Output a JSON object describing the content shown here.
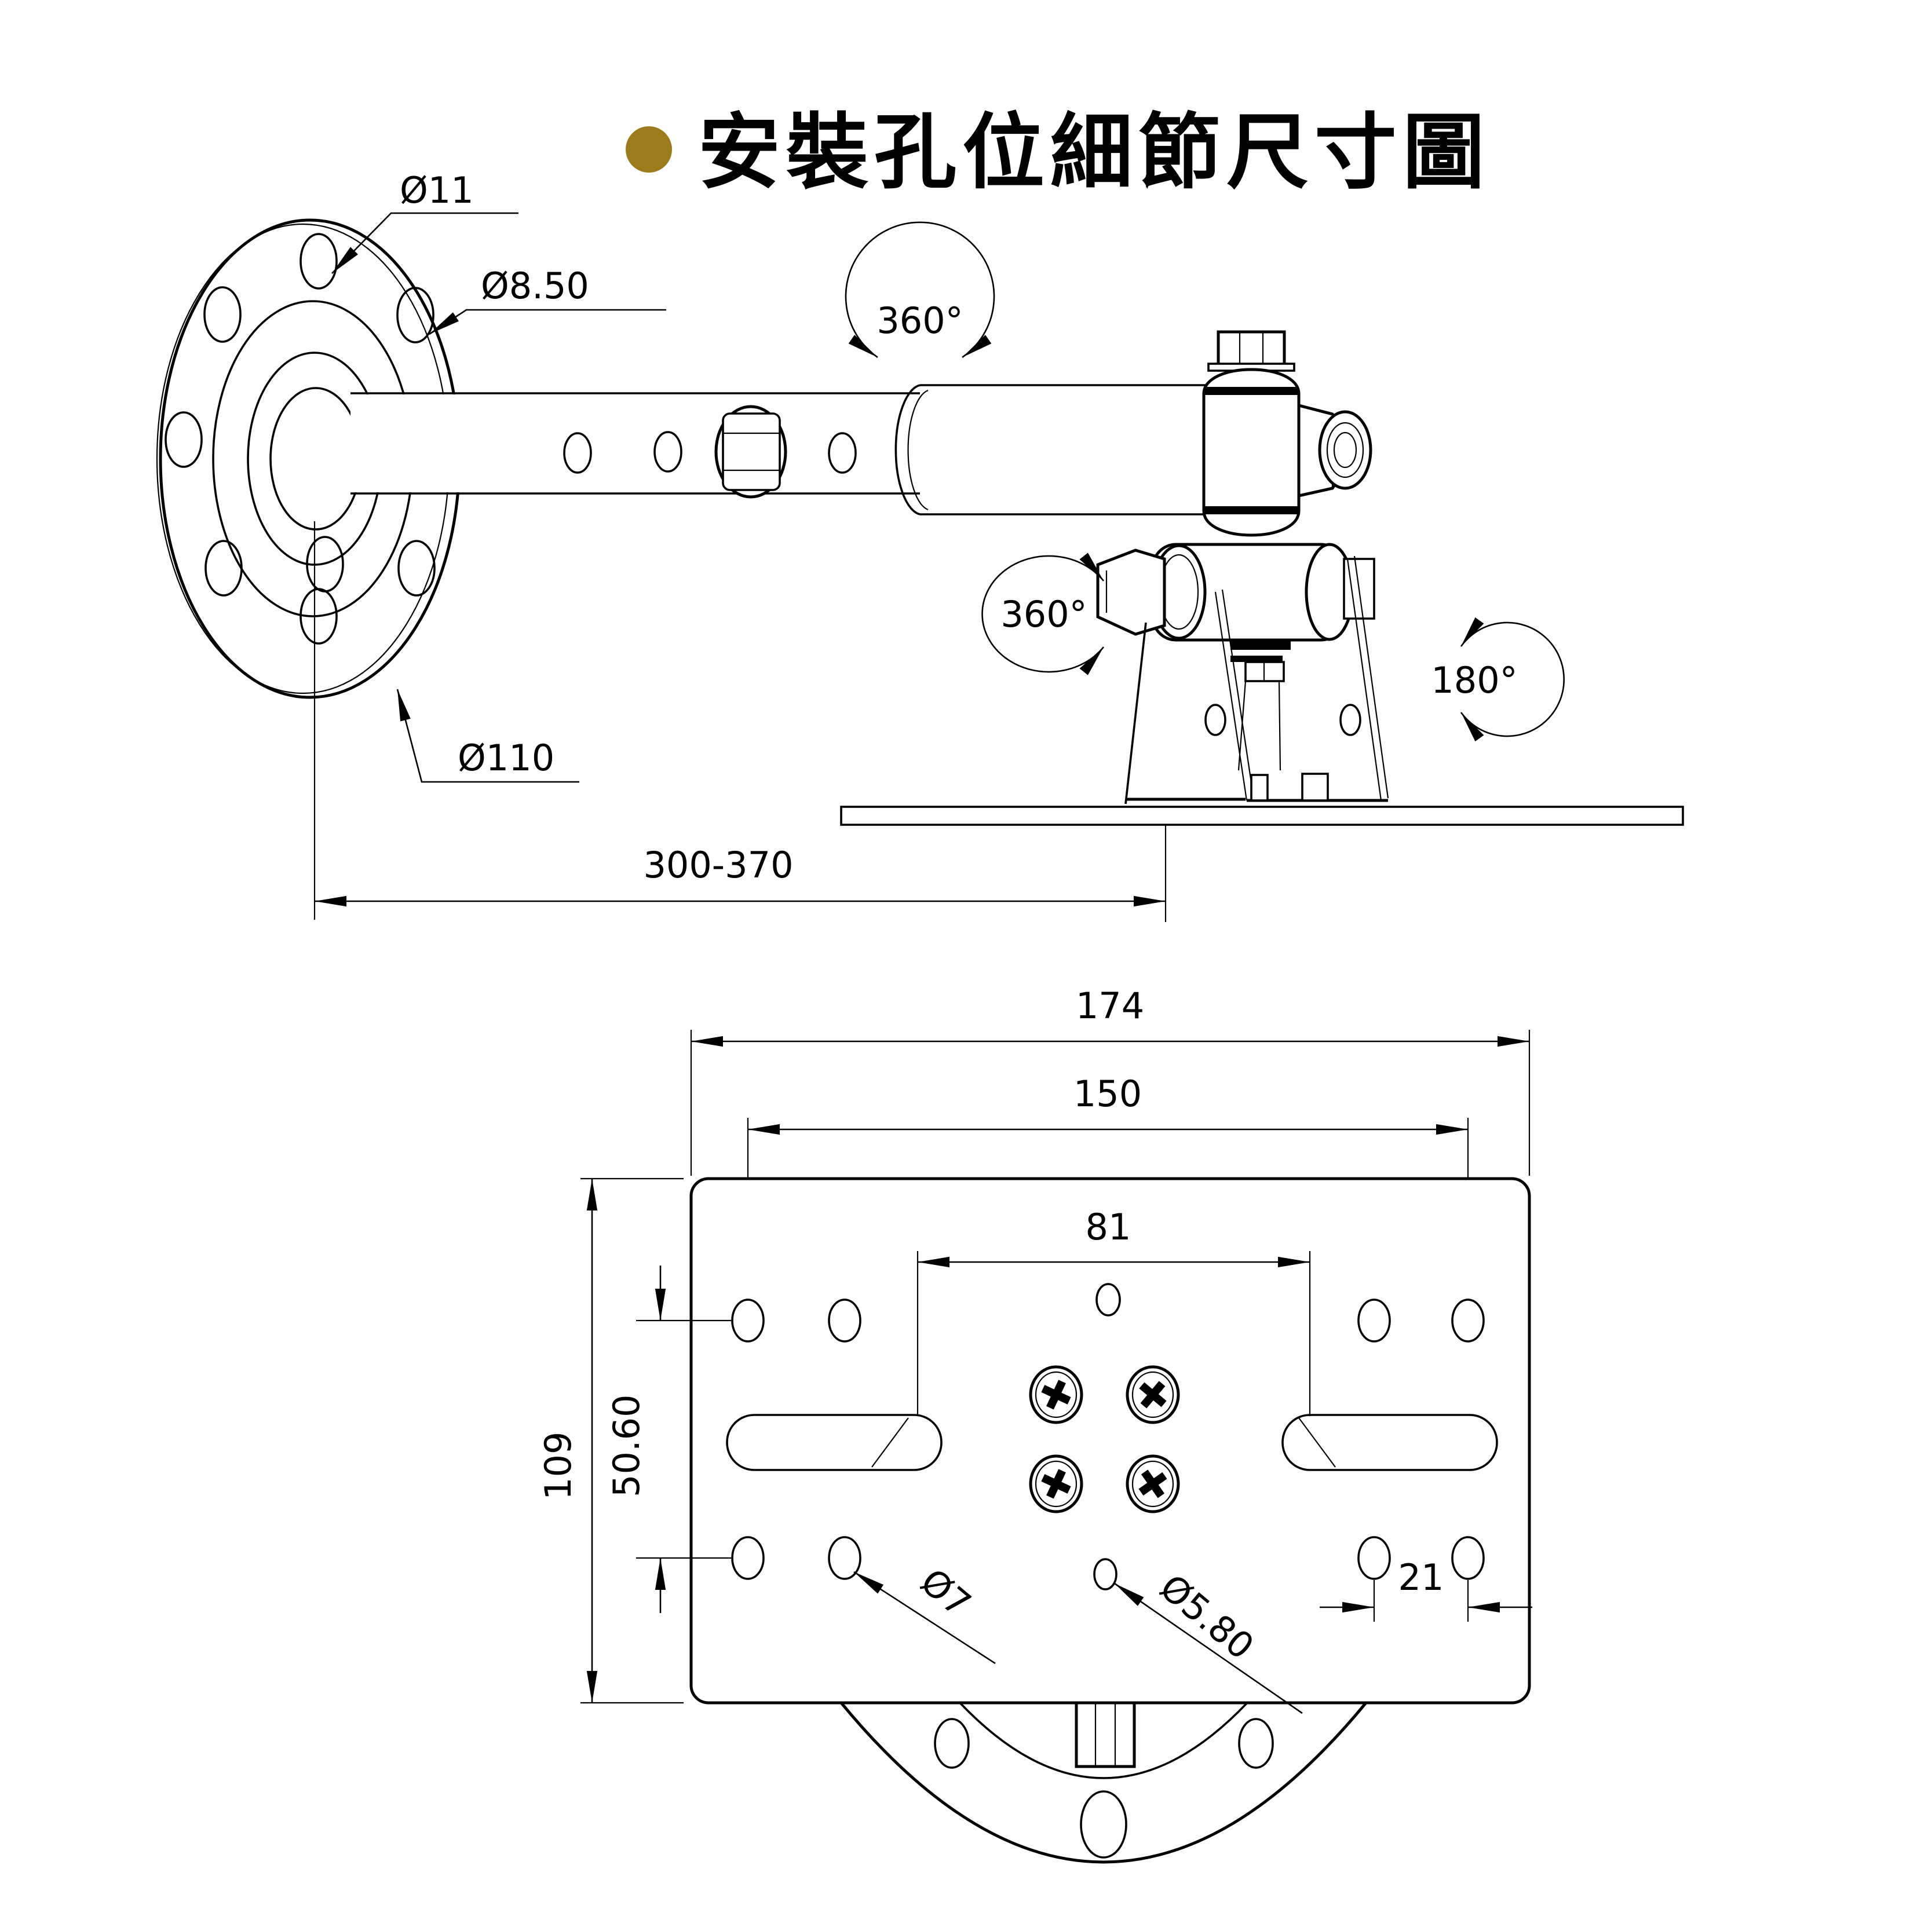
{
  "title": {
    "text": "安裝孔位細節尺寸圖"
  },
  "colors": {
    "title": "#9C7B1D",
    "line": "#000000"
  },
  "side_view": {
    "flange_hole_dia": "Ø11",
    "flange_slot_dia": "Ø8.50",
    "flange_dia": "Ø110",
    "arm_rotation": "360°",
    "bracket_rotation": "360°",
    "tilt_rotation": "180°",
    "arm_length_range": "300-370"
  },
  "plan_view": {
    "plate_width": "174",
    "hole_span_width": "150",
    "center_span": "81",
    "plate_height": "109",
    "hole_row_spacing": "50.60",
    "hole_pitch": "21",
    "side_hole_dia": "Ø7",
    "center_hole_dia": "Ø5.80"
  }
}
